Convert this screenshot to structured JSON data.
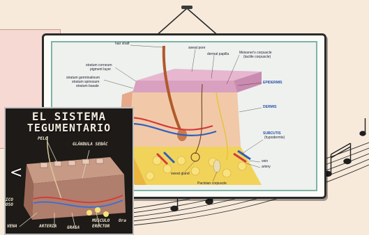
{
  "diagram": {
    "labels": {
      "hair_shaft": "hair shaft",
      "sweat_pore": "sweat pore",
      "dermal_papilla": "dermal papilla",
      "meissner": "Meissner's corpuscle",
      "meissner_sub": "(tactile corpuscle)",
      "stratum_corneum": "stratum corneum",
      "pigment_layer": "pigment layer",
      "stratum_germinativum": "stratum germinativum",
      "stratum_spinosum": "stratum spinosum",
      "stratum_basale": "stratum basale",
      "epidermis": "EPIDERMIS",
      "dermis": "DERMIS",
      "subcutis": "SUBCUTIS",
      "subcutis_sub": "(hypodermis)",
      "vein": "vein",
      "artery": "artery",
      "sweat_gland": "sweat gland",
      "pacinian": "Pacinian corpuscle"
    }
  },
  "poster": {
    "title_line1": "EL SISTEMA",
    "title_line2": "TEGUMENTARIO",
    "labels": {
      "pelo": "PELO",
      "glandula": "GLÁNDULA SEBÁC",
      "vena": "VENA",
      "arteria": "ARTERIA",
      "grasa": "GRASA",
      "musculo": "MÚSCULO",
      "erector": "ERECTOR",
      "left_top": "ICO",
      "left_bottom": "OSO"
    },
    "nav_prev": "<",
    "credit": "Ora"
  },
  "colors": {
    "background": "#f7eadb",
    "frame_border": "#2a2a2a",
    "epidermis": "#d9a0c0",
    "dermis": "#f1c9a8",
    "subcutis": "#f2d35a",
    "poster_bg": "#1d1a17"
  }
}
